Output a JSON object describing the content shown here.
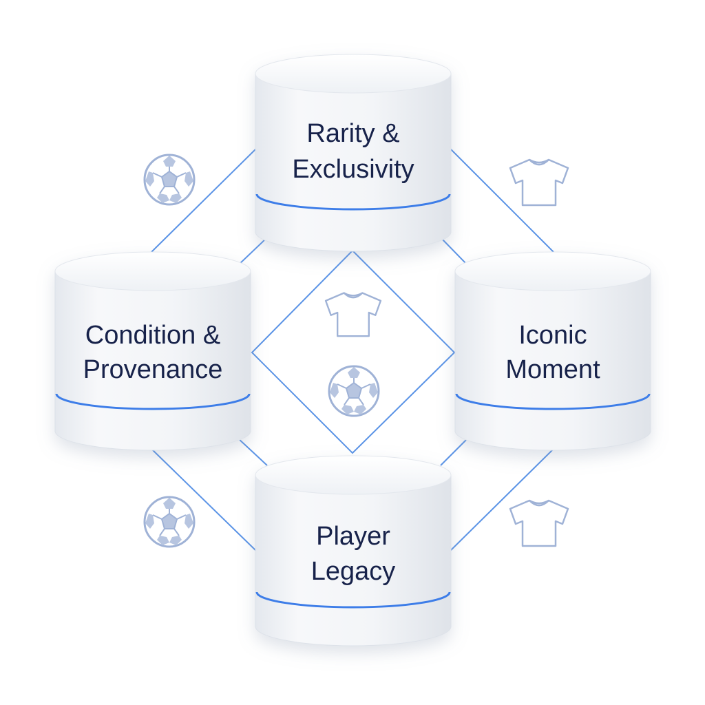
{
  "diagram": {
    "nodes": [
      {
        "id": "top",
        "lines": [
          "Rarity &",
          "Exclusivity"
        ]
      },
      {
        "id": "left",
        "lines": [
          "Condition &",
          "Provenance"
        ]
      },
      {
        "id": "right",
        "lines": [
          "Iconic",
          "Moment"
        ]
      },
      {
        "id": "bottom",
        "lines": [
          "Player",
          "Legacy"
        ]
      }
    ],
    "icons": [
      "soccer-ball-icon",
      "t-shirt-icon"
    ],
    "colors": {
      "accent": "#3d7de8",
      "connector": "#5a93e6",
      "text": "#17224a",
      "icon": "#9fb2d6"
    }
  }
}
